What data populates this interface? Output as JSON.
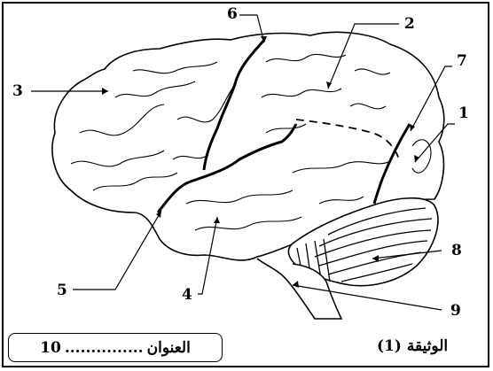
{
  "diagram": {
    "labels": [
      "1",
      "2",
      "3",
      "4",
      "5",
      "6",
      "7",
      "8",
      "9"
    ]
  },
  "footer": {
    "title_word": "العنوان",
    "title_dots": "...............",
    "title_number": "10",
    "document_caption": "الوثيقة (1)"
  }
}
